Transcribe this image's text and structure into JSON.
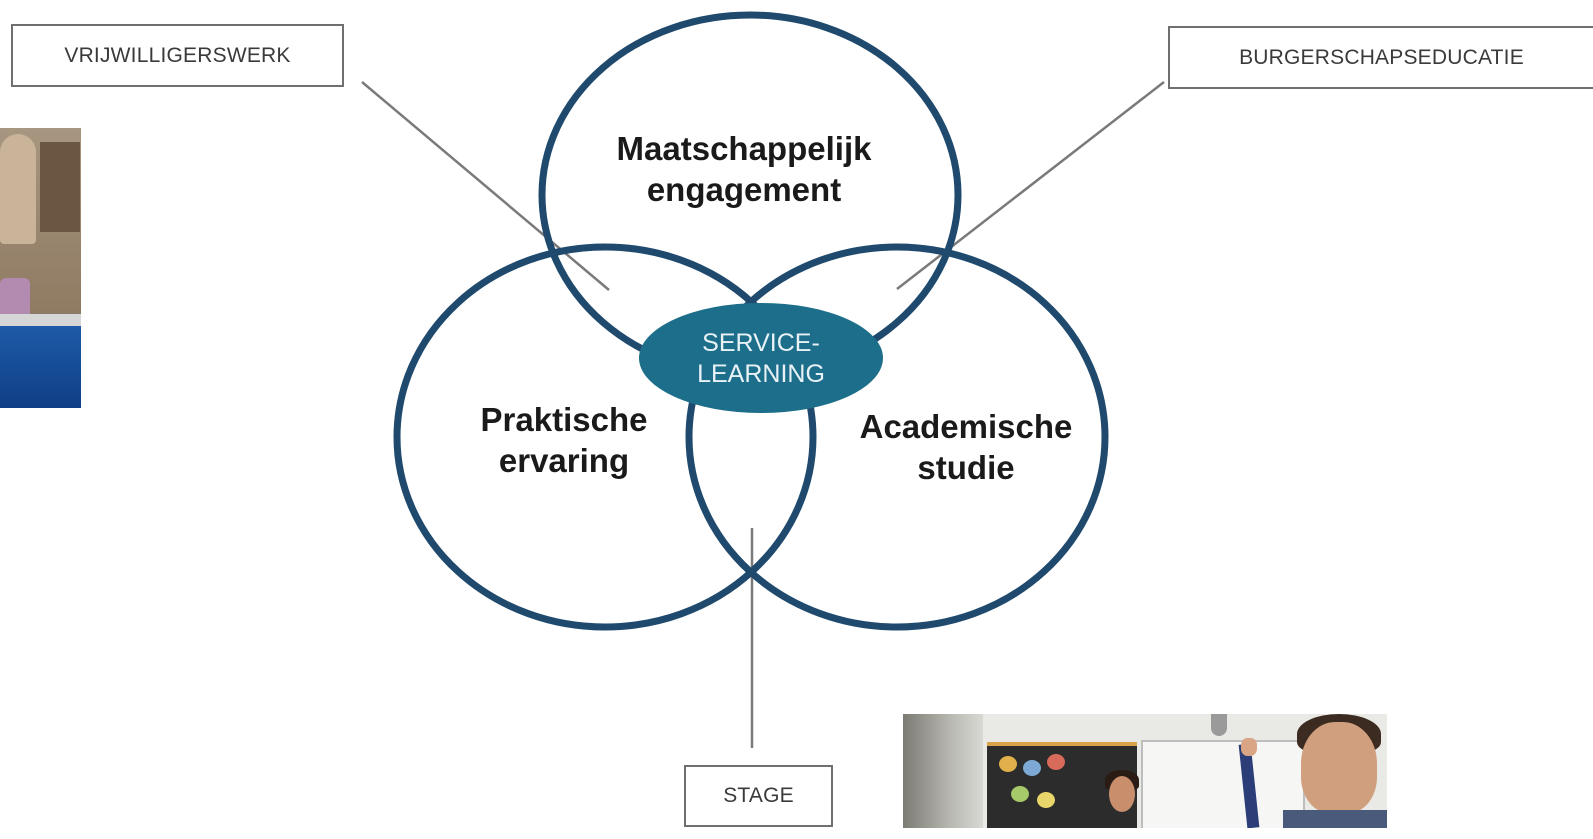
{
  "diagram": {
    "circles": {
      "top": "Maatschappelijk\nengagement",
      "left": "Praktische\nervaring",
      "right": "Academische\nstudie"
    },
    "center": "SERVICE-\nLEARNING",
    "callouts": {
      "top_left": "VRIJWILLIGERSWERK",
      "top_right": "BURGERSCHAPSEDUCATIE",
      "bottom": "STAGE"
    }
  },
  "colors": {
    "circle_stroke": "#1f4a6e",
    "center_fill": "#1d6e8a",
    "connector": "#7a7a7a"
  }
}
